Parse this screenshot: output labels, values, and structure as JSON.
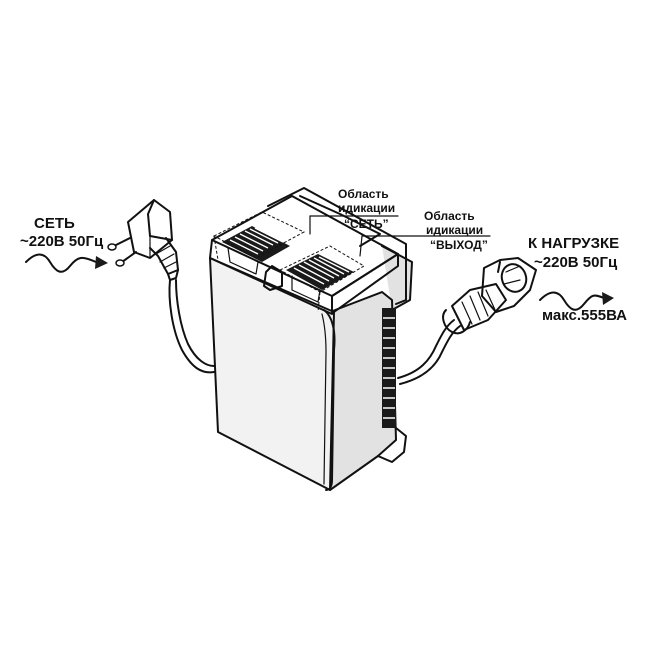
{
  "input": {
    "line1": "СЕТЬ",
    "line2": "~220В 50Гц"
  },
  "output": {
    "line1": "К НАГРУЗКЕ",
    "line2": "~220В 50Гц",
    "line3": "макс.555ВА"
  },
  "callout_network": {
    "line1": "Область",
    "line2": "идикации",
    "line3": "“СЕТЬ”"
  },
  "callout_output": {
    "line1": "Область",
    "line2": "идикации",
    "line3": "“ВЫХОД”"
  }
}
